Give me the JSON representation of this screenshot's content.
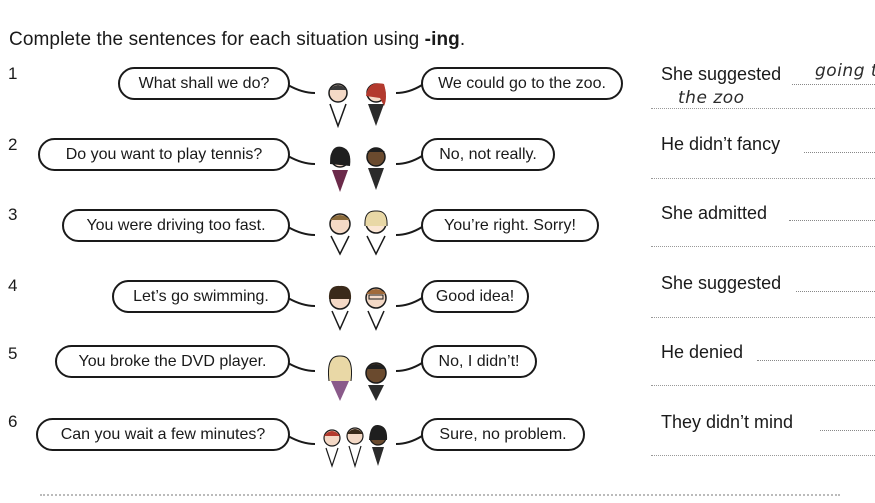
{
  "title": {
    "text": "Complete the sentences for each situation using ",
    "emphasis": "-ing",
    "suffix": "."
  },
  "exercises": [
    {
      "number": "1",
      "speech_a": "What shall we do?",
      "speech_b": "We could go to the zoo.",
      "prompt": "She suggested",
      "answer_line1": "going t",
      "answer_line2": "the zoo",
      "faces": [
        "man-icon",
        "woman-icon"
      ]
    },
    {
      "number": "2",
      "speech_a": "Do you want to play tennis?",
      "speech_b": "No, not really.",
      "prompt": "He didn’t fancy",
      "answer_line1": "",
      "answer_line2": "",
      "faces": [
        "woman-icon",
        "man-icon"
      ]
    },
    {
      "number": "3",
      "speech_a": "You were driving too fast.",
      "speech_b": "You’re right.  Sorry!",
      "prompt": "She admitted",
      "answer_line1": "",
      "answer_line2": "",
      "faces": [
        "man-icon",
        "woman-icon"
      ]
    },
    {
      "number": "4",
      "speech_a": "Let’s go swimming.",
      "speech_b": "Good idea!",
      "prompt": "She suggested",
      "answer_line1": "",
      "answer_line2": "",
      "faces": [
        "woman-icon",
        "man-icon"
      ]
    },
    {
      "number": "5",
      "speech_a": "You broke the DVD player.",
      "speech_b": "No, I didn’t!",
      "prompt": "He denied",
      "answer_line1": "",
      "answer_line2": "",
      "faces": [
        "woman-icon",
        "man-icon"
      ]
    },
    {
      "number": "6",
      "speech_a": "Can you wait a few minutes?",
      "speech_b": "Sure, no problem.",
      "prompt": "They didn’t mind",
      "answer_line1": "",
      "answer_line2": "",
      "faces": [
        "group-icon",
        "group-icon"
      ]
    }
  ]
}
